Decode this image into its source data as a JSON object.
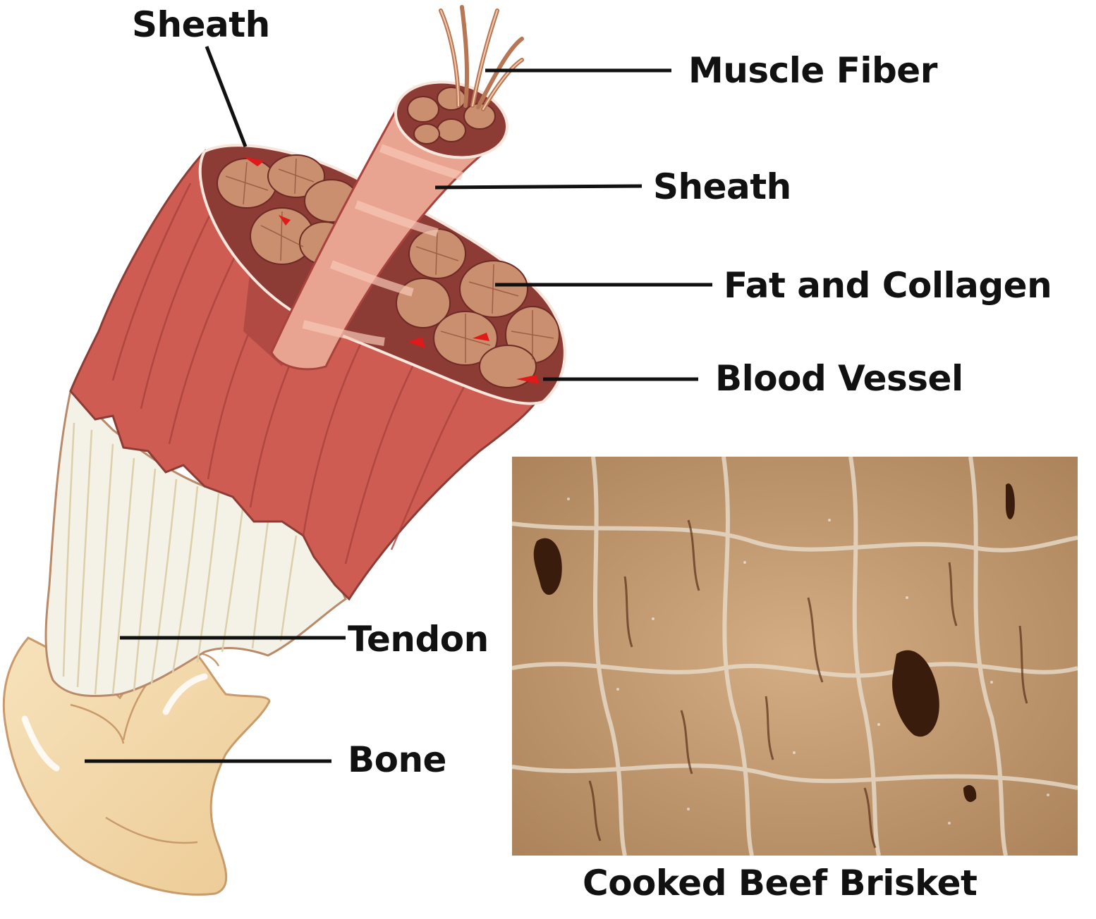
{
  "labels": {
    "sheath_outer": "Sheath",
    "muscle_fiber": "Muscle Fiber",
    "sheath_inner": "Sheath",
    "fat_and_collagen": "Fat and Collagen",
    "blood_vessel": "Blood Vessel",
    "tendon": "Tendon",
    "bone": "Bone"
  },
  "photo": {
    "caption": "Cooked Beef Brisket"
  },
  "colors": {
    "muscle": "#cf5c53",
    "muscle_dark": "#a8423c",
    "sheath": "#e9a391",
    "cross_section": "#8c3b35",
    "fascicle": "#c98f6e",
    "fiber": "#b77654",
    "blood_vessel": "#e01919",
    "tendon": "#f4f1e6",
    "bone": "#f3d9ac",
    "meat": "#c29a72",
    "leader_line": "#111111"
  }
}
